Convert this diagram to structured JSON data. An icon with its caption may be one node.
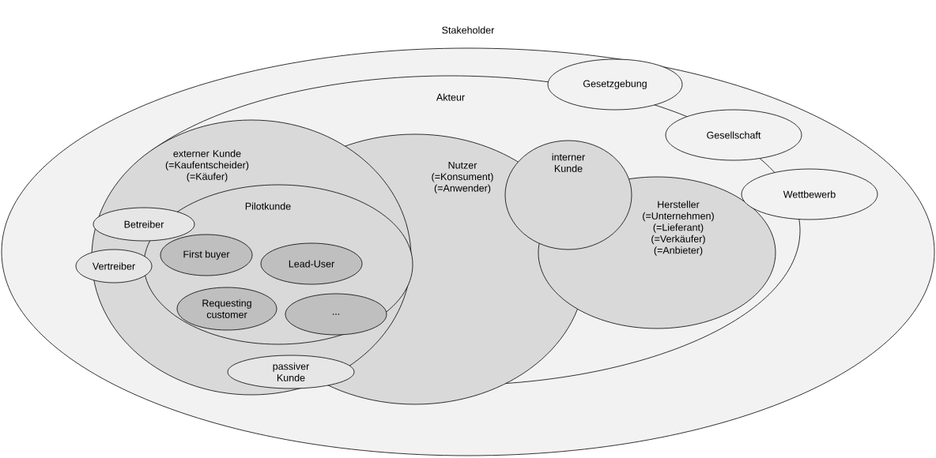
{
  "diagram": {
    "nodes": [
      {
        "text": [
          "Stakeholder"
        ]
      },
      {
        "text": [
          "Akteur"
        ],
        "in": 0
      },
      {
        "text": [
          "Gesetzgebung"
        ],
        "in": 0
      },
      {
        "text": [
          "Gesellschaft"
        ],
        "in": 0
      },
      {
        "text": [
          "Wettbewerb"
        ],
        "in": 0
      },
      {
        "text": [
          "externer Kunde (=Kaufentscheider) (=Käufer)"
        ],
        "in": 1
      },
      {
        "text": [
          "Nutzer (=Konsument) (=Anwender)"
        ],
        "in": 1
      },
      {
        "text": [
          "interner Kunde"
        ],
        "in": 1
      },
      {
        "text": [
          "Hersteller (=Unternehmen) (=Lieferant) (=Verkäufer) (=Anbieter)"
        ],
        "in": 1
      },
      {
        "text": [
          "Pilotkunde"
        ],
        "in": 5
      },
      {
        "text": [
          "Betreiber"
        ],
        "in": 5
      },
      {
        "text": [
          "Vertreiber"
        ],
        "in": 0
      },
      {
        "text": [
          "First buyer"
        ],
        "in": 9
      },
      {
        "text": [
          "Lead-User"
        ]
      },
      {
        "text": [
          "Requesting customer"
        ],
        "in": 9
      },
      {
        "text": [
          "..."
        ]
      },
      {
        "text": [
          "passiver Kunde"
        ],
        "in": 5
      }
    ],
    "edges": []
  }
}
